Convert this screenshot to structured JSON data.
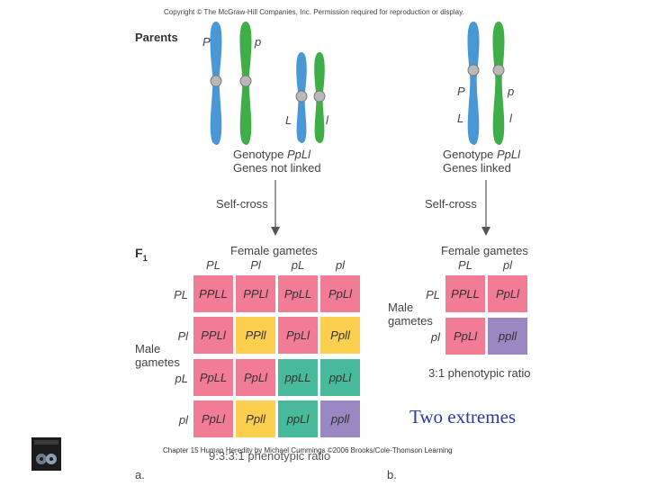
{
  "copyright": "Copyright © The McGraw-Hill Companies, Inc. Permission required for reproduction or display.",
  "parents_label": "Parents",
  "left": {
    "chrom_labels": [
      "P",
      "p",
      "L",
      "l"
    ],
    "genotype_prefix": "Genotype ",
    "genotype": "PpLl",
    "linkage": "Genes not linked",
    "selfcross": "Self-cross",
    "female_gametes": "Female gametes",
    "male_gametes": "Male gametes",
    "col_headers": [
      "PL",
      "Pl",
      "pL",
      "pl"
    ],
    "row_headers": [
      "PL",
      "Pl",
      "pL",
      "pl"
    ],
    "grid": [
      [
        "PPLL",
        "PPLl",
        "PpLL",
        "PpLl"
      ],
      [
        "PPLl",
        "PPll",
        "PpLl",
        "Ppll"
      ],
      [
        "PpLL",
        "PpLl",
        "ppLL",
        "ppLl"
      ],
      [
        "PpLl",
        "Ppll",
        "ppLl",
        "ppll"
      ]
    ],
    "grid_colors": [
      [
        "pink",
        "pink",
        "pink",
        "pink"
      ],
      [
        "pink",
        "yellow",
        "pink",
        "yellow"
      ],
      [
        "pink",
        "pink",
        "teal",
        "teal"
      ],
      [
        "pink",
        "yellow",
        "teal",
        "purple"
      ]
    ],
    "ratio": "9:3:3:1 phenotypic ratio",
    "panel": "a."
  },
  "right": {
    "chrom_labels": [
      "P",
      "p",
      "L",
      "l"
    ],
    "genotype_prefix": "Genotype ",
    "genotype": "PpLl",
    "linkage": "Genes linked",
    "selfcross": "Self-cross",
    "female_gametes": "Female gametes",
    "male_gametes_1": "Male",
    "male_gametes_2": "gametes",
    "col_headers": [
      "PL",
      "pl"
    ],
    "row_headers": [
      "PL",
      "pl"
    ],
    "grid": [
      [
        "PPLL",
        "PpLl"
      ],
      [
        "PpLl",
        "ppll"
      ]
    ],
    "grid_colors": [
      [
        "pink",
        "pink"
      ],
      [
        "pink",
        "purple"
      ]
    ],
    "ratio": "3:1 phenotypic ratio",
    "panel": "b."
  },
  "f1_label": "F",
  "f1_sub": "1",
  "male_gametes_left_1": "Male",
  "male_gametes_left_2": "gametes",
  "annotation": "Two extremes",
  "footer": "Chapter 15 Human Heredity by Michael Cummings ©2006 Brooks/Cole-Thomson Learning",
  "colors": {
    "pink": "#f27b96",
    "yellow": "#fccf4f",
    "teal": "#48b99a",
    "purple": "#9b87c1",
    "blue_chromosome": "#4a97d6",
    "green_chromosome": "#3fae48",
    "annotation": "#2a3aa8"
  }
}
